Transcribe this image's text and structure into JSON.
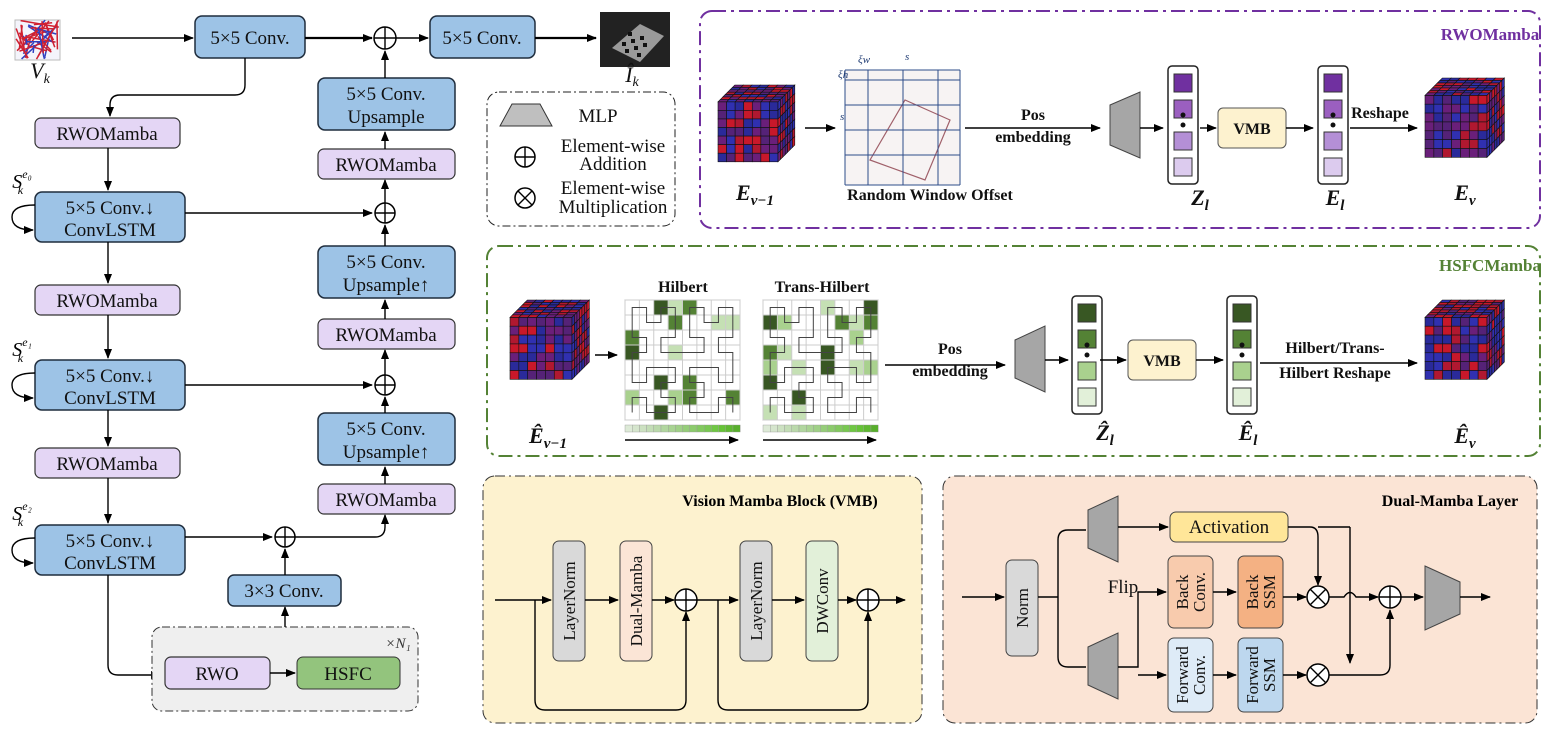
{
  "encoder": {
    "input_label": {
      "main": "V",
      "sub": "k"
    },
    "conv_in": "5×5 Conv.",
    "conv_out": "5×5 Conv.",
    "output_label": {
      "main": "Î",
      "sub": "k"
    },
    "rwomamba": "RWOMamba",
    "convlstm": [
      "5×5 Conv.↓",
      "ConvLSTM"
    ],
    "states": [
      {
        "main": "S",
        "sub": "k",
        "sup": "e₀"
      },
      {
        "main": "S",
        "sub": "k",
        "sup": "e₁"
      },
      {
        "main": "S",
        "sub": "k",
        "sup": "e₂"
      }
    ]
  },
  "decoder": {
    "upsample_top": [
      "5×5 Conv.",
      "Upsample"
    ],
    "upsample": [
      "5×5 Conv.",
      "Upsample↑"
    ],
    "rwomamba": "RWOMamba",
    "conv3": "3×3 Conv.",
    "repeat": "×N₁",
    "rwo": "RWO",
    "hsfc": "HSFC"
  },
  "legend": {
    "mlp": "MLP",
    "add": [
      "Element-wise",
      "Addition"
    ],
    "mul": [
      "Element-wise",
      "Multiplication"
    ]
  },
  "rwo_panel": {
    "title": "RWOMamba",
    "input": {
      "main": "E",
      "sub": "v−1"
    },
    "window_caption": "Random Window Offset",
    "window_marks": [
      "ξw",
      "ξh",
      "s",
      "s"
    ],
    "pos": [
      "Pos",
      "embedding"
    ],
    "z": {
      "main": "Z",
      "sub": "l"
    },
    "vmb": "VMB",
    "e": {
      "main": "E",
      "sub": "l"
    },
    "reshape": "Reshape",
    "output": {
      "main": "E",
      "sub": "v"
    }
  },
  "hsfc_panel": {
    "title": "HSFCMamba",
    "input": {
      "main": "Ê",
      "sub": "v−1"
    },
    "hilbert": "Hilbert",
    "trans_hilbert": "Trans-Hilbert",
    "pos": [
      "Pos",
      "embedding"
    ],
    "z": {
      "main": "Ẑ",
      "sub": "l"
    },
    "vmb": "VMB",
    "e": {
      "main": "Ê",
      "sub": "l"
    },
    "reshape": [
      "Hilbert/Trans-",
      "Hilbert  Reshape"
    ],
    "output": {
      "main": "Ê",
      "sub": "v"
    }
  },
  "vmb_panel": {
    "title": "Vision Mamba Block (VMB)",
    "blocks": [
      "LayerNorm",
      "Dual-Mamba",
      "LayerNorm",
      "DWConv"
    ]
  },
  "dual_panel": {
    "title": "Dual-Mamba Layer",
    "norm": "Norm",
    "activation": "Activation",
    "flip": "Flip",
    "back_conv": [
      "Back",
      "Conv."
    ],
    "back_ssm": [
      "Back",
      "SSM"
    ],
    "forward_conv": [
      "Forward",
      "Conv."
    ],
    "forward_ssm": [
      "Forward",
      "SSM"
    ]
  },
  "colors": {
    "conv": "#9dc3e6",
    "rwomamba": "#e4d6f5",
    "hsfc": "#93c47d",
    "rwo_border": "#7030a0",
    "hsfc_border": "#548235",
    "vmb_bg": "#fdf2cf",
    "dual_bg": "#fbe4d5"
  }
}
